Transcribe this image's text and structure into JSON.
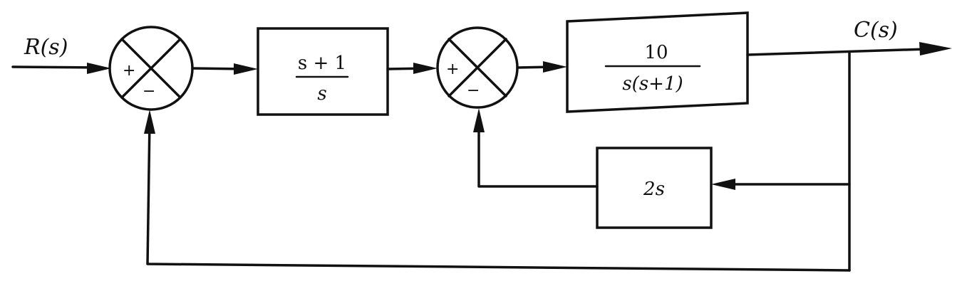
{
  "input_label": "R(s)",
  "output_label": "C(s)",
  "sum1": {
    "plus": "+",
    "minus": "−"
  },
  "sum2": {
    "plus": "+",
    "minus": "−"
  },
  "block_controller": {
    "numerator": "s + 1",
    "denominator": "s"
  },
  "block_plant": {
    "numerator": "10",
    "denominator": "s(s+1)"
  },
  "block_feedback": {
    "label": "2s"
  }
}
